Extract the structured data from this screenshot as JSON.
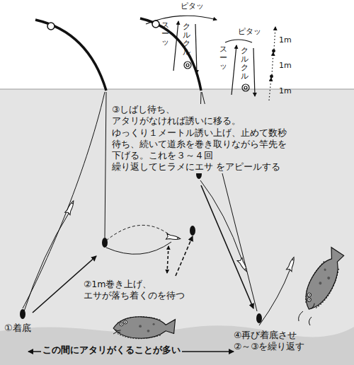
{
  "diagram": {
    "labels": [
      "ピタッ",
      "スーッ",
      "クルクル",
      "ピタッ",
      "スーッ",
      "クルクル",
      "1m",
      "1m",
      "1m",
      "③しばし待ち、アタリがなければ誘いに移る。 ゆっくり１メートル誘い上げ、止めて数秒 待ち、続いて道糸を巻き取りながら竿先を 下げる。これを３～４回 繰り返してヒラメにエサ をアピールする",
      "②1m巻き上げ、 エサが落ち着くのを待つ",
      "①着底",
      "④再び着底させ ②～③を繰り返す",
      "この間にアタリがくることが多い"
    ]
  }
}
